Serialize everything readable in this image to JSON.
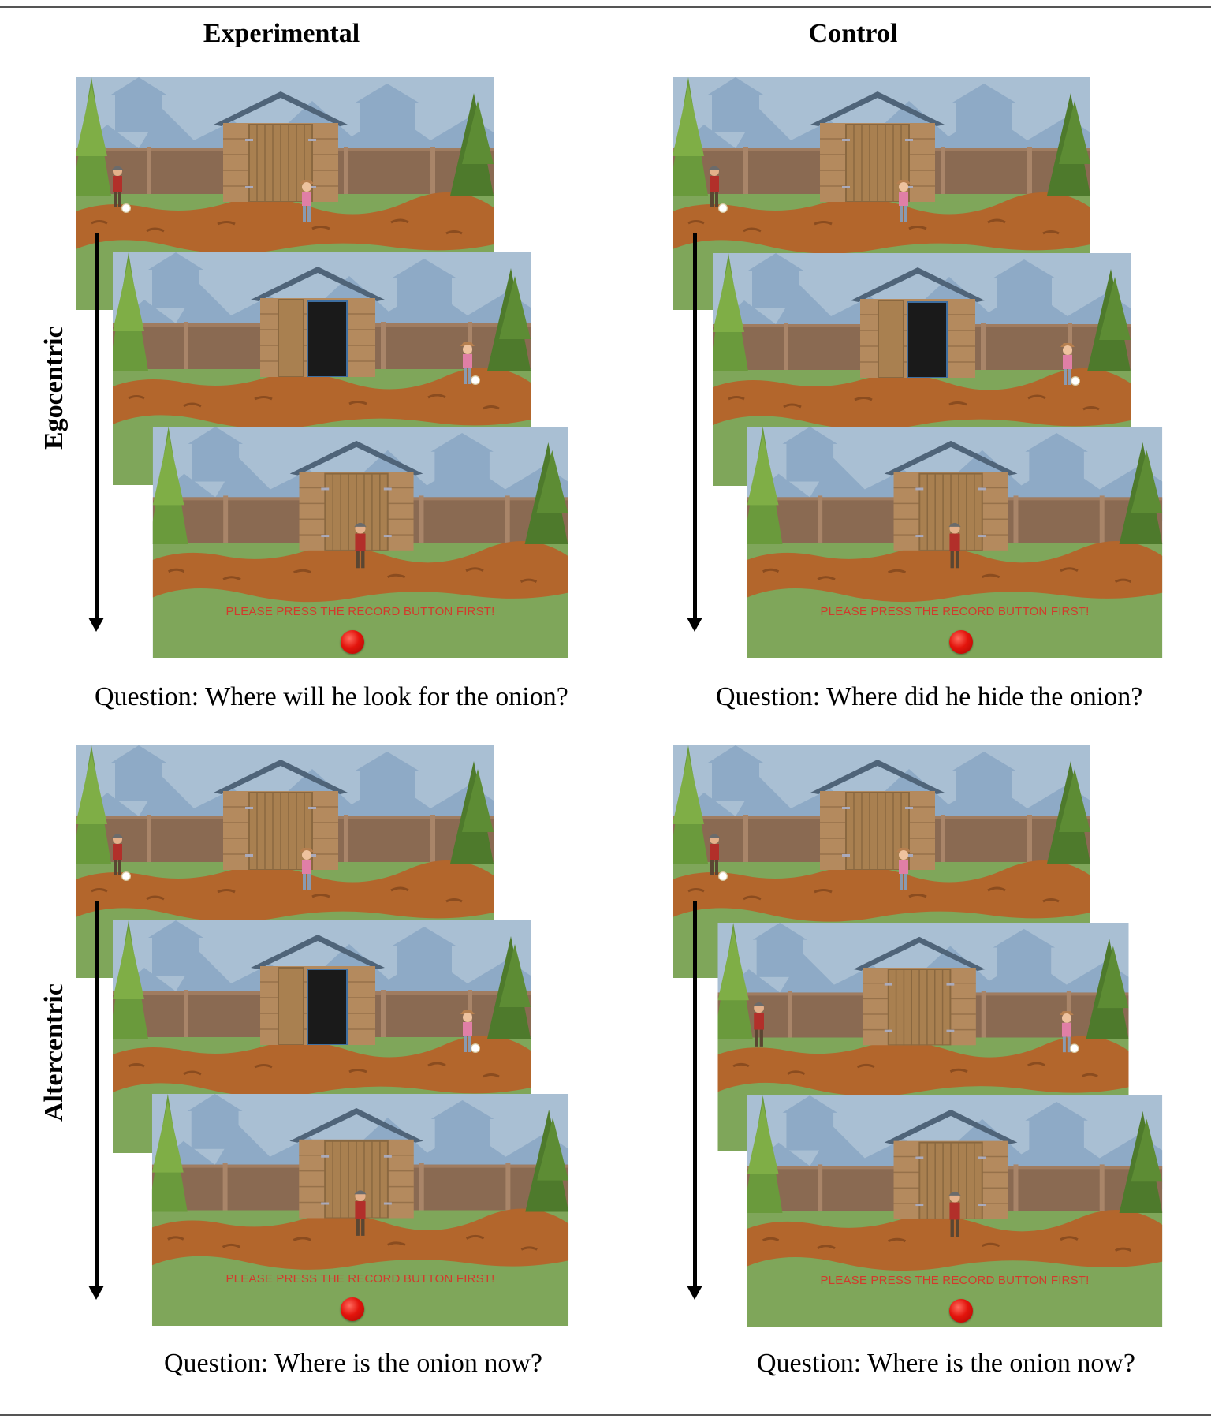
{
  "columns": {
    "experimental": "Experimental",
    "control": "Control"
  },
  "rows": {
    "egocentric": "Egocentric",
    "altercentric": "Altercentric"
  },
  "questions": {
    "egocentric_experimental": "Question: Where will he look for the onion?",
    "egocentric_control": "Question: Where did he hide the onion?",
    "altercentric_experimental": "Question: Where is the onion now?",
    "altercentric_control": "Question: Where is the onion now?"
  },
  "scene": {
    "record_prompt": "PLEASE PRESS THE RECORD BUTTON FIRST!",
    "record_button_icon": "red-record-button",
    "colors": {
      "sky": "#a9bfd3",
      "houses": "#8eaac6",
      "fence": "#8a6a52",
      "shed": "#b48a5e",
      "roof": "#4f6479",
      "soil": "#b3662c",
      "grass": "#7fa65a",
      "tree": "#6a9a3c",
      "prompt": "#d23a2c"
    }
  }
}
